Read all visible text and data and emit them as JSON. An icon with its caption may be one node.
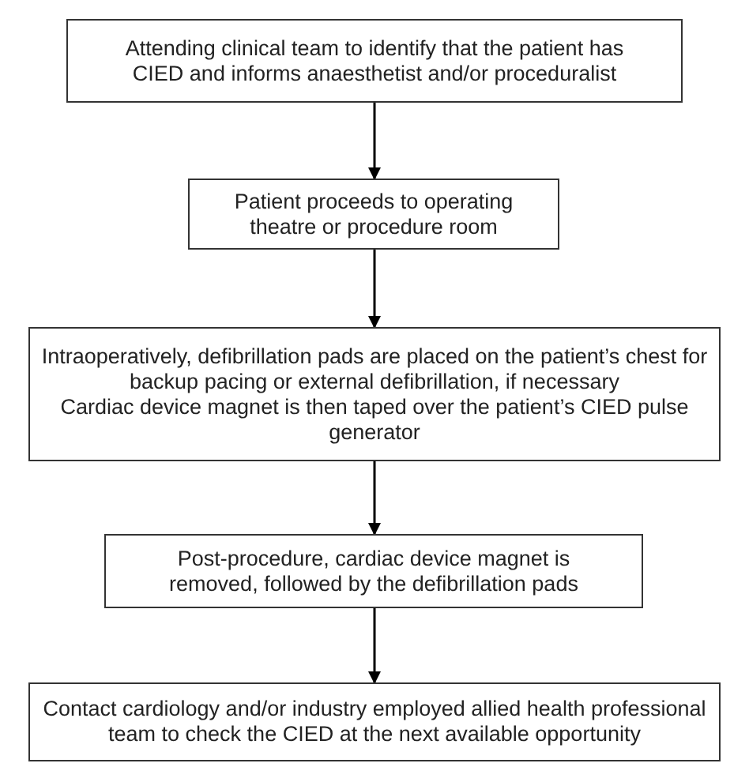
{
  "diagram": {
    "nodes": [
      {
        "text": [
          "Attending clinical team to identify that the patient has CIED and informs anaesthetist and/or proceduralist"
        ]
      },
      {
        "text": [
          "Patient proceeds to operating theatre or procedure room"
        ]
      },
      {
        "text": [
          "Intraoperatively, defibrillation pads are placed on the patient’s chest for backup pacing or external defibrillation, if necessary",
          "Cardiac device magnet is then taped over the patient’s CIED pulse generator"
        ]
      },
      {
        "text": [
          "Post-procedure, cardiac device magnet is removed, followed by the defibrillation pads"
        ]
      },
      {
        "text": [
          "Contact cardiology and/or industry employed allied health professional team to check the CIED at the next available opportunity"
        ]
      }
    ],
    "edges": [
      {
        "from": 0,
        "to": 1,
        "arrow": "to"
      },
      {
        "from": 1,
        "to": 2,
        "arrow": "to"
      },
      {
        "from": 2,
        "to": 3,
        "arrow": "to"
      },
      {
        "from": 3,
        "to": 4,
        "arrow": "to"
      }
    ]
  }
}
